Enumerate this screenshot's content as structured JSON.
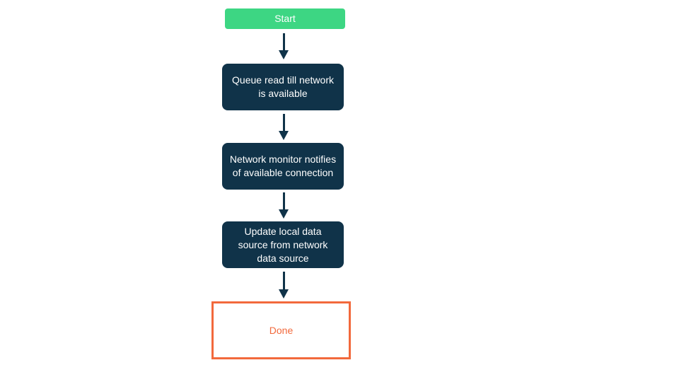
{
  "diagram": {
    "type": "flowchart",
    "direction": "top-down",
    "nodes": {
      "start": {
        "label": "Start",
        "role": "start"
      },
      "step1": {
        "label": "Queue read till network is available",
        "role": "process"
      },
      "step2": {
        "label": "Network monitor notifies of available connection",
        "role": "process"
      },
      "step3": {
        "label": "Update local data source from network data source",
        "role": "process"
      },
      "done": {
        "label": "Done",
        "role": "end"
      }
    },
    "edges": [
      {
        "from": "start",
        "to": "step1"
      },
      {
        "from": "step1",
        "to": "step2"
      },
      {
        "from": "step2",
        "to": "step3"
      },
      {
        "from": "step3",
        "to": "done"
      }
    ],
    "colors": {
      "start_bg": "#3dd683",
      "step_bg": "#103349",
      "arrow": "#103349",
      "done_accent": "#f2693c",
      "text_on_dark": "#ffffff",
      "background": "#ffffff"
    }
  }
}
